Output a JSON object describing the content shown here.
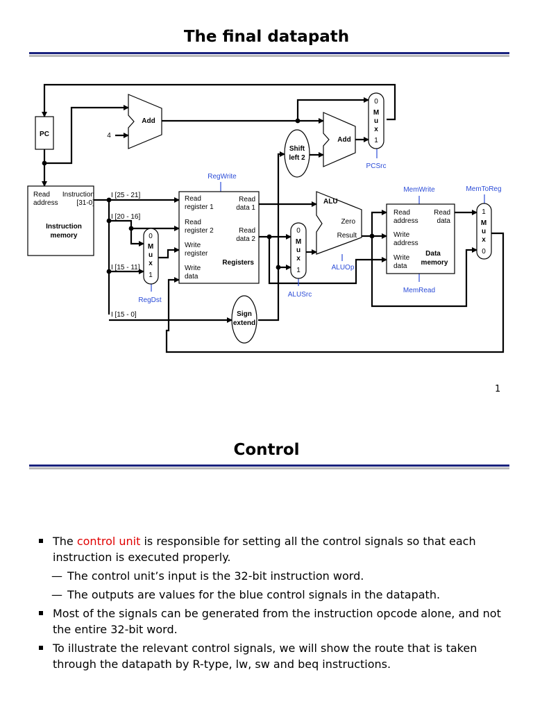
{
  "slide1": {
    "title": "The final datapath",
    "page_number": "1",
    "diagram": {
      "pc": "PC",
      "add1": "Add",
      "add2": "Add",
      "four": "4",
      "shift_left_2": [
        "Shift",
        "left 2"
      ],
      "instruction_memory": {
        "read_address": [
          "Read",
          "address"
        ],
        "instruction": [
          "Instruction",
          "[31-0]"
        ],
        "name": [
          "Instruction",
          "memory"
        ]
      },
      "fields": [
        "I [25 - 21]",
        "I [20 - 16]",
        "I [15 - 11]",
        "I [15 - 0]"
      ],
      "registers": {
        "read_register_1": [
          "Read",
          "register 1"
        ],
        "read_register_2": [
          "Read",
          "register 2"
        ],
        "write_register": [
          "Write",
          "register"
        ],
        "write_data": [
          "Write",
          "data"
        ],
        "read_data_1": [
          "Read",
          "data 1"
        ],
        "read_data_2": [
          "Read",
          "data 2"
        ],
        "name": "Registers"
      },
      "alu": {
        "name": "ALU",
        "zero": "Zero",
        "result": "Result"
      },
      "data_memory": {
        "read_address": [
          "Read",
          "address"
        ],
        "read_data": [
          "Read",
          "data"
        ],
        "write_address": [
          "Write",
          "address"
        ],
        "write_data": [
          "Write",
          "data"
        ],
        "name": [
          "Data",
          "memory"
        ]
      },
      "sign_extend": [
        "Sign",
        "extend"
      ],
      "mux_letters": [
        "M",
        "u",
        "x"
      ],
      "mux_regdst": [
        "0",
        "1"
      ],
      "mux_alusrc": [
        "0",
        "1"
      ],
      "mux_pcsrc": [
        "0",
        "1"
      ],
      "mux_memtoreg": [
        "1",
        "0"
      ],
      "control_signals": {
        "regwrite": "RegWrite",
        "regdst": "RegDst",
        "alusrc": "ALUSrc",
        "aluop": "ALUOp",
        "memwrite": "MemWrite",
        "memread": "MemRead",
        "memtoreg": "MemToReg",
        "pcsrc": "PCSrc"
      },
      "colors": {
        "control": "#2a4bd7",
        "wire": "#000000"
      }
    }
  },
  "slide2": {
    "title": "Control",
    "bullets": [
      {
        "pre": "The ",
        "highlight": "control unit",
        "post": " is responsible for setting all the control signals so that each instruction is executed properly.",
        "highlight_color": "#e00000"
      },
      {
        "text": "The control unit’s input is the 32-bit instruction word.",
        "sub": true
      },
      {
        "text": "The outputs are values for the blue control signals in the datapath.",
        "sub": true
      },
      {
        "text": "Most of the signals can be generated from the instruction opcode alone, and not the entire 32-bit word."
      },
      {
        "text": "To illustrate the relevant control signals, we will show the route that is taken through the datapath by R-type, lw, sw and beq instructions."
      }
    ]
  }
}
